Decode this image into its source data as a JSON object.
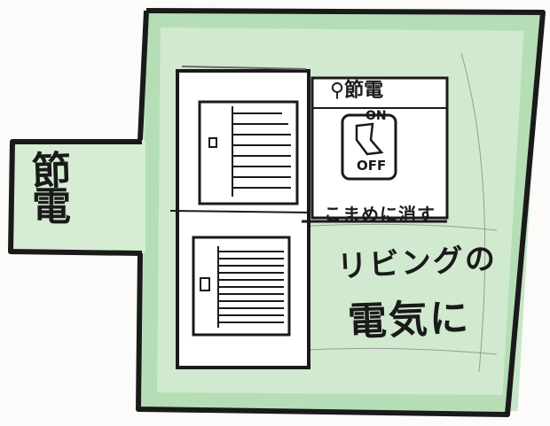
{
  "colors": {
    "ink": "#1a1a1a",
    "pencil": "#6a6a6a",
    "crayon_green": "#9fd3a3",
    "crayon_green_light": "#cfe9cc",
    "paper": "#fbfbf9"
  },
  "side_label": {
    "line1": "節",
    "line2": "電"
  },
  "switch_plate": {
    "title": "⚲節電",
    "on_label": "ON",
    "off_label": "OFF",
    "caption": "こまめに消す"
  },
  "message": {
    "line1": "リビングの",
    "line2": "電気に"
  }
}
